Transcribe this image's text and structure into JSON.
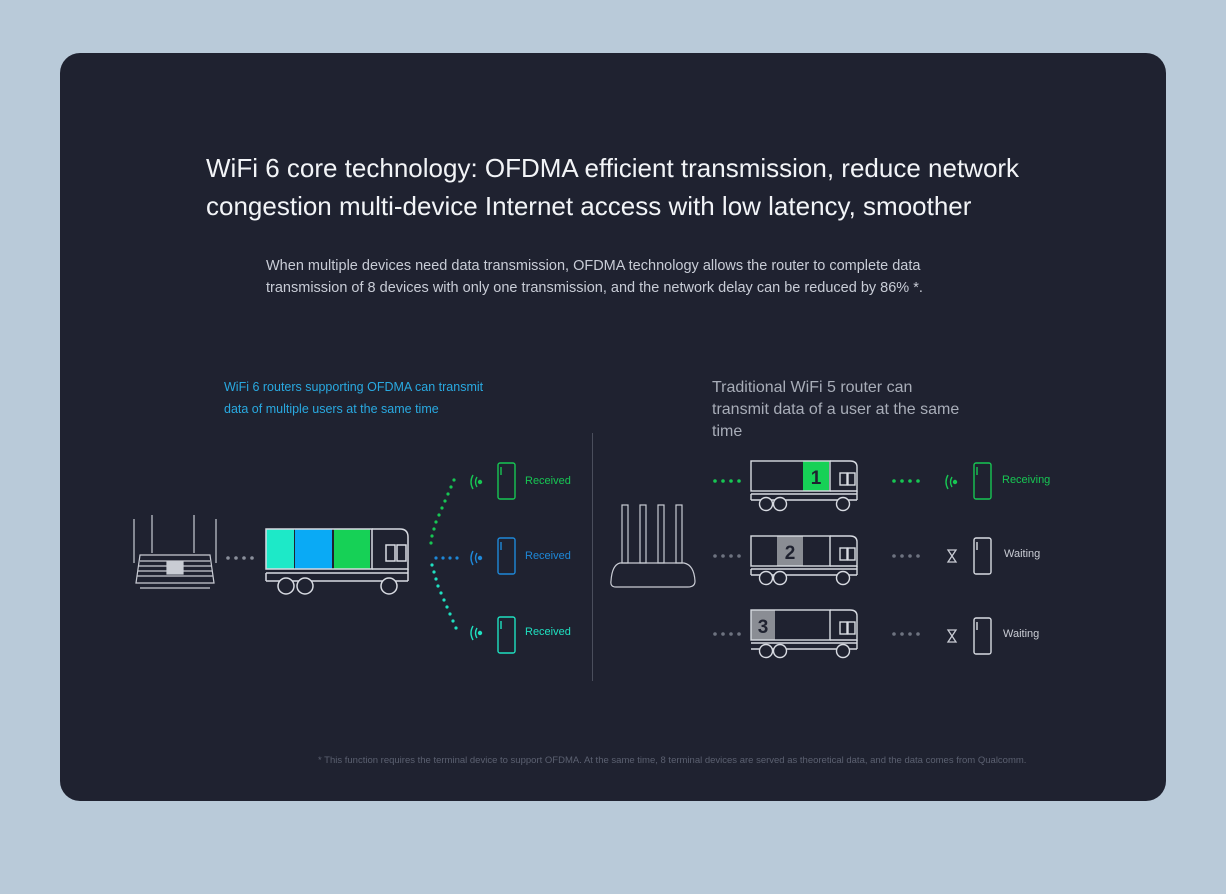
{
  "heading": "WiFi 6 core technology: OFDMA efficient transmission, reduce network congestion multi-device Internet access with low latency, smoother",
  "description": "When multiple devices need data transmission, OFDMA technology allows the router to complete data transmission of 8 devices with only one transmission, and the network delay can be reduced by 86% *.",
  "wifi6": {
    "caption": "WiFi 6 routers supporting OFDMA can transmit data of multiple users at the same time",
    "devices": [
      {
        "status": "Received",
        "color": "#17c653"
      },
      {
        "status": "Received",
        "color": "#1e88d8"
      },
      {
        "status": "Received",
        "color": "#1fe0c0"
      }
    ],
    "truck_colors": [
      "#1de9c8",
      "#0aaaf5",
      "#16d156"
    ]
  },
  "wifi5": {
    "caption": "Traditional WiFi 5 router can transmit data of a user at the same time",
    "trucks": [
      {
        "number": "1",
        "status": "Receiving",
        "icon": "wifi-signal-icon"
      },
      {
        "number": "2",
        "status": "Waiting",
        "icon": "hourglass-icon"
      },
      {
        "number": "3",
        "status": "Waiting",
        "icon": "hourglass-icon"
      }
    ]
  },
  "footnote": "* This function requires the terminal device to support OFDMA. At the same time, 8 terminal devices are served as theoretical data, and the data comes from Qualcomm.",
  "colors": {
    "background": "#b9cad9",
    "card": "#1f2230",
    "accent_blue": "#29a9e0",
    "green": "#17c653"
  }
}
